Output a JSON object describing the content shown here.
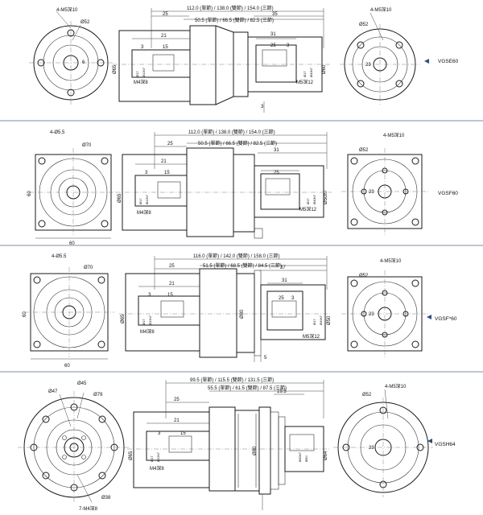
{
  "row1": {
    "model": "VGSE60",
    "front_left": {
      "hole_label": "4-M5深10",
      "pcd_label": "Ø52",
      "key_label": "6"
    },
    "front_right": {
      "hole_label": "4-M5深10",
      "pcd_label": "Ø52",
      "key_label": "23"
    },
    "side": {
      "overall": "112.0 (單節) / 138.0 (雙節) / 154.0 (三節)",
      "body": "50.5 (單節) / 66.5 (雙節) / 82.5 (三節)",
      "d25a": "25",
      "d35": "35",
      "d21": "21",
      "d3a": "3",
      "d15a": "15",
      "d31": "31",
      "d25b": "25",
      "d3c": "3",
      "d3b": "3",
      "m4": "M4深8",
      "m5": "M5深12",
      "dia1": "Ø17",
      "dia2": "Ø12h7",
      "dia3": "Ø65",
      "dia4": "Ø17",
      "dia5": "Ø40h7",
      "dia6": "Ø60"
    }
  },
  "row2": {
    "model": "VGSF60",
    "front_left": {
      "hole_label": "4-Ø5.5",
      "pcd_label": "Ø70",
      "width_label": "60",
      "height_label": "60"
    },
    "front_right": {
      "hole_label": "4-M5深10",
      "pcd_label": "Ø52",
      "key_label": "23"
    },
    "side": {
      "overall": "112.0 (單節) / 138.0 (雙節) / 154.0 (三節)",
      "body": "50.5 (單節) / 66.5 (雙節) / 82.5 (三節)",
      "d25a": "25",
      "d31": "31",
      "d21": "21",
      "d3a": "3",
      "d15a": "15",
      "d25b": "25",
      "m4": "M4深8",
      "m5": "M5深12",
      "dia1": "Ø17",
      "dia2": "Ø12h7",
      "dia3": "Ø65",
      "dia4": "Ø17",
      "dia5": "Ø40h7",
      "dia6": "Ø50h7"
    }
  },
  "row3": {
    "model": "VGSF*60",
    "front_left": {
      "hole_label": "4-Ø5.5",
      "pcd_label": "Ø70",
      "width_label": "60",
      "height_label": "60"
    },
    "front_right": {
      "hole_label": "4-M5深10",
      "pcd_label": "Ø52",
      "key_label": "23"
    },
    "side": {
      "overall": "116.0 (單節) / 142.0 (雙節) / 158.0 (三節)",
      "body": "51.5 (單節) / 68.5 (雙節) / 84.5 (三節)",
      "d25a": "25",
      "d37": "37",
      "d21": "21",
      "d3a": "3",
      "d15a": "15",
      "d31": "31",
      "d25b": "25",
      "d3c": "3",
      "d5": "5",
      "m4": "M4深8",
      "m5": "M5深12",
      "dia1": "Ø17",
      "dia2": "Ø12h7",
      "dia3": "Ø65",
      "dia_body": "Ø80",
      "dia4": "Ø17",
      "dia5": "Ø40h7",
      "dia6": "Ø50"
    }
  },
  "row4": {
    "model": "VGSH64",
    "front_left": {
      "hub_label": "Ø47",
      "bore_label": "Ø45",
      "pcd_label": "Ø79",
      "inner_label": "Ø38",
      "hole_label": "7-M4深8"
    },
    "front_right": {
      "hole_label": "4-M5深10",
      "pcd_label": "Ø52",
      "key_label": "23"
    },
    "side": {
      "overall": "99.5 (單節) / 115.5 (雙節) / 131.5 (三節)",
      "body": "55.5 (單節) / 61.5 (雙節) / 87.5 (三節)",
      "d25a": "25",
      "d19_5": "19.5",
      "d21": "21",
      "d3a": "3",
      "d15a": "15",
      "m4": "M4深8",
      "dia1": "Ø17",
      "dia2": "Ø12h7",
      "dia3": "Ø65",
      "dia_body": "Ø80",
      "dia4": "Ø40h7",
      "dia5": "Ø50",
      "dia6": "Ø64"
    }
  }
}
